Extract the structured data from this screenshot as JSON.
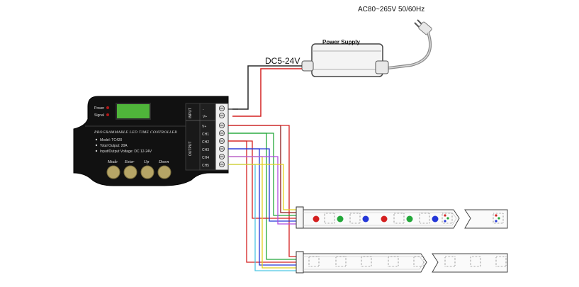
{
  "supply": {
    "ac_label": "AC80~265V 50/60Hz",
    "title": "Power Supply",
    "dc_label": "DC5-24V"
  },
  "controller": {
    "title": "PROGRAMMABLE LED TIME CONTROLLER",
    "led_power": "Power",
    "led_signal": "Signal",
    "spec_model": "Model: TC420",
    "spec_output": "Total Output: 20A",
    "spec_voltage": "Input/Output Voltage: DC 12-24V",
    "buttons": [
      "Mode",
      "Enter",
      "Up",
      "Down"
    ],
    "input_group": "INPUT",
    "output_group": "OUTPUT",
    "input_terminals": [
      "-",
      "V+"
    ],
    "output_terminals": [
      "V+",
      "CH1",
      "CH2",
      "CH3",
      "CH4",
      "CH5"
    ]
  },
  "colors": {
    "red": "#d42020",
    "green": "#23a83a",
    "blue": "#2437d8",
    "yellow": "#e1d11f",
    "cyan": "#4ec7e4",
    "purple": "#b14be0",
    "dark_red": "#8c1a1a",
    "black": "#2a2a2a",
    "lcd": "#4fb53a",
    "knob": "#b6a566",
    "body": "#111111"
  }
}
